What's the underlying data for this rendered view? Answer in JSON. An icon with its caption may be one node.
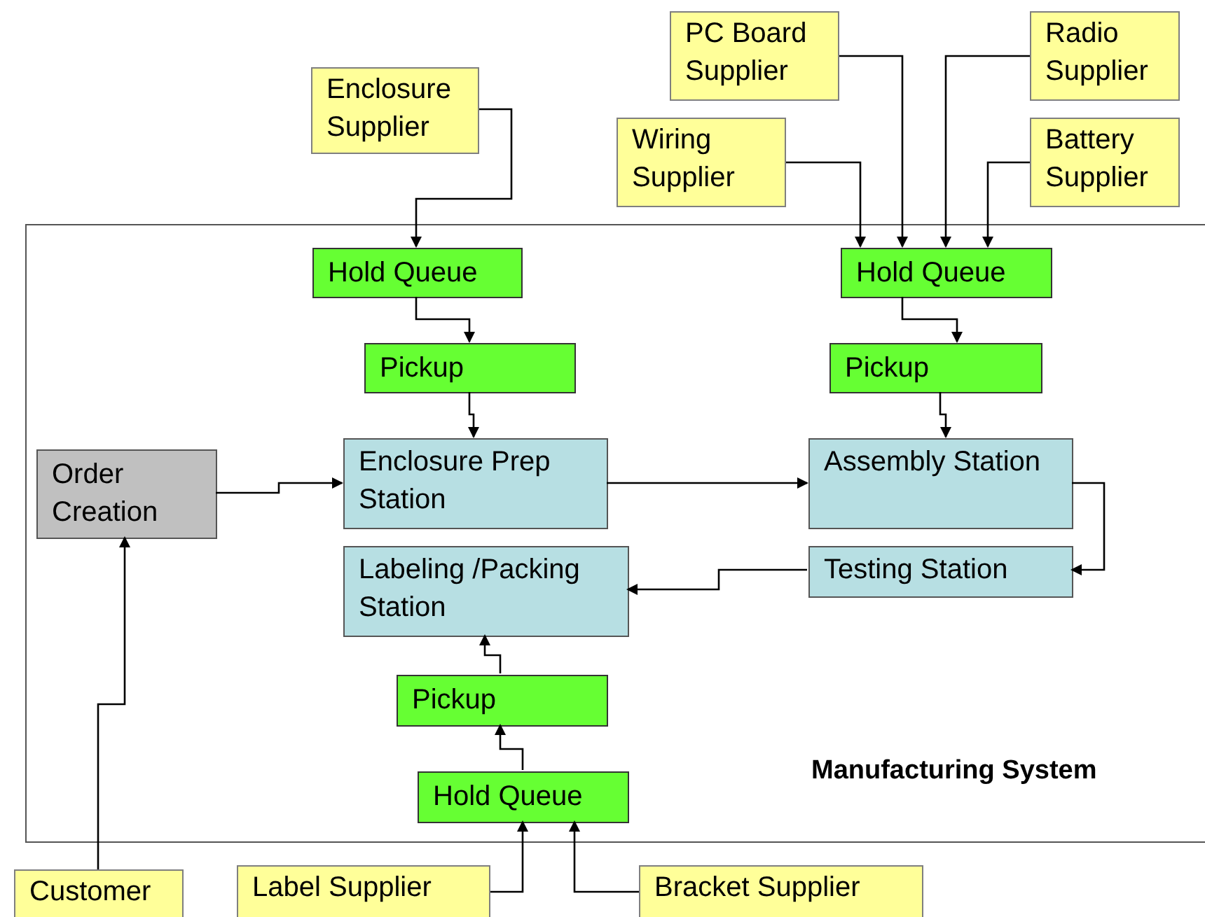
{
  "diagram": {
    "nodes": [
      {
        "text": [
          "Enclosure Supplier"
        ]
      },
      {
        "text": [
          "PC Board Supplier"
        ]
      },
      {
        "text": [
          "Radio Supplier"
        ]
      },
      {
        "text": [
          "Wiring Supplier"
        ]
      },
      {
        "text": [
          "Battery Supplier"
        ]
      },
      {
        "text": [
          "Manufacturing System"
        ]
      },
      {
        "text": [
          "Hold Queue"
        ],
        "in": 5
      },
      {
        "text": [
          "Hold Queue"
        ],
        "in": 5
      },
      {
        "text": [
          "Pickup"
        ],
        "in": 5
      },
      {
        "text": [
          "Pickup"
        ],
        "in": 5
      },
      {
        "text": [
          "Order Creation"
        ],
        "in": 5
      },
      {
        "text": [
          "Enclosure Prep Station"
        ],
        "in": 5
      },
      {
        "text": [
          "Assembly Station"
        ],
        "in": 5
      },
      {
        "text": [
          "Labeling /Packing Station"
        ],
        "in": 5
      },
      {
        "text": [
          "Testing Station"
        ],
        "in": 5
      },
      {
        "text": [
          "Pickup"
        ],
        "in": 5
      },
      {
        "text": [
          "Hold Queue"
        ],
        "in": 5
      },
      {
        "text": [
          "Customer"
        ]
      },
      {
        "text": [
          "Label Supplier"
        ]
      },
      {
        "text": [
          "Bracket Supplier"
        ]
      }
    ],
    "edges": [
      {
        "from": 0,
        "to": 6,
        "arrow": "to"
      },
      {
        "from": 3,
        "to": 7,
        "arrow": "to"
      },
      {
        "from": 1,
        "to": 7,
        "arrow": "to"
      },
      {
        "from": 2,
        "to": 7,
        "arrow": "to"
      },
      {
        "from": 4,
        "to": 7,
        "arrow": "to"
      },
      {
        "from": 6,
        "to": 8,
        "arrow": "to"
      },
      {
        "from": 7,
        "to": 9,
        "arrow": "to"
      },
      {
        "from": 8,
        "to": 11,
        "arrow": "to"
      },
      {
        "from": 9,
        "to": 12,
        "arrow": "to"
      },
      {
        "from": 10,
        "to": 11,
        "arrow": "to"
      },
      {
        "from": 11,
        "to": 12,
        "arrow": "to"
      },
      {
        "from": 12,
        "to": 14,
        "arrow": "to"
      },
      {
        "from": 14,
        "to": 13,
        "arrow": "to"
      },
      {
        "from": 15,
        "to": 13,
        "arrow": "to"
      },
      {
        "from": 16,
        "to": 15,
        "arrow": "to"
      },
      {
        "from": 17,
        "to": 10,
        "arrow": "to"
      },
      {
        "from": 18,
        "to": 16,
        "arrow": "to"
      },
      {
        "from": 19,
        "to": 16,
        "arrow": "to"
      }
    ]
  }
}
